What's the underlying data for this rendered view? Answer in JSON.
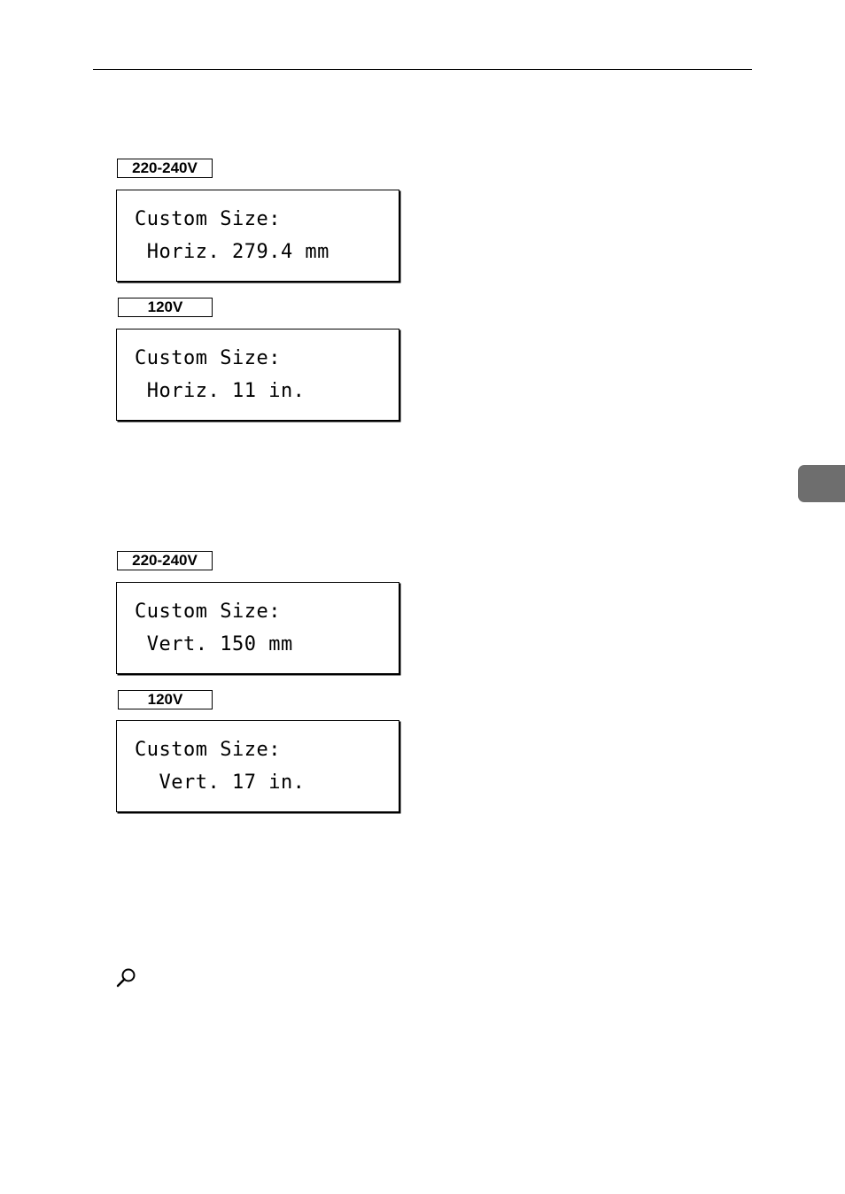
{
  "displays": [
    {
      "badge": "220-240V",
      "line1": "Custom Size:",
      "line2": " Horiz. 279.4 mm"
    },
    {
      "badge": "120V",
      "line1": "Custom Size:",
      "line2": " Horiz. 11 in."
    },
    {
      "badge": "220-240V",
      "line1": "Custom Size:",
      "line2": " Vert. 150 mm"
    },
    {
      "badge": "120V",
      "line1": "Custom Size:",
      "line2": "  Vert. 17 in."
    }
  ],
  "icons": {
    "reference": "magnifier-icon"
  },
  "colors": {
    "tab": "#6e6e6e"
  }
}
